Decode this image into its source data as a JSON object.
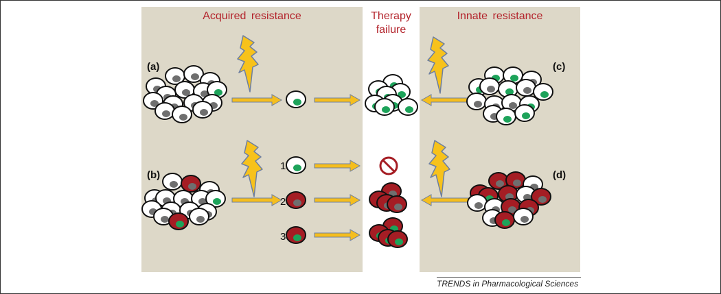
{
  "titles": {
    "acquired": "Acquired resistance",
    "therapy_line1": "Therapy",
    "therapy_line2": "failure",
    "innate": "Innate resistance"
  },
  "panel_labels": {
    "a": "(a)",
    "b": "(b)",
    "c": "(c)",
    "d": "(d)"
  },
  "subclone_numbers": [
    "1",
    "2",
    "3"
  ],
  "credit": "TRENDS in Pharmacological Sciences",
  "icons": [
    "lightning-bolt-icon",
    "arrow-icon",
    "prohibition-icon"
  ],
  "colors": {
    "panel_bg": "#ddd8c8",
    "title_red": "#b3232b",
    "arrow_yellow": "#f5be1e",
    "arrow_outline": "#6d7fa0",
    "cell_red": "#a51d24",
    "nucleus_green": "#1da35a",
    "nucleus_grey": "#6f6f6f",
    "bolt_yellow": "#f7c21b"
  }
}
